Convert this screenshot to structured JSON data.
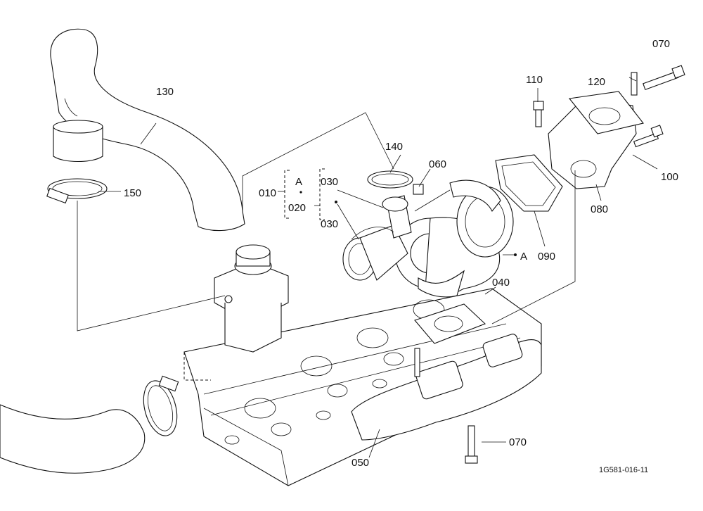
{
  "diagram": {
    "callouts": {
      "c010": "010",
      "c020": "020",
      "c030a": "030",
      "c030b": "030",
      "c040": "040",
      "c050": "050",
      "c060": "060",
      "c070a": "070",
      "c070b": "070",
      "c080": "080",
      "c090": "090",
      "c100": "100",
      "c110": "110",
      "c120": "120",
      "c130": "130",
      "c140": "140",
      "c150": "150"
    },
    "group_marker_top": "A",
    "group_marker_right": "A",
    "figure_code": "1G581-016-11"
  }
}
